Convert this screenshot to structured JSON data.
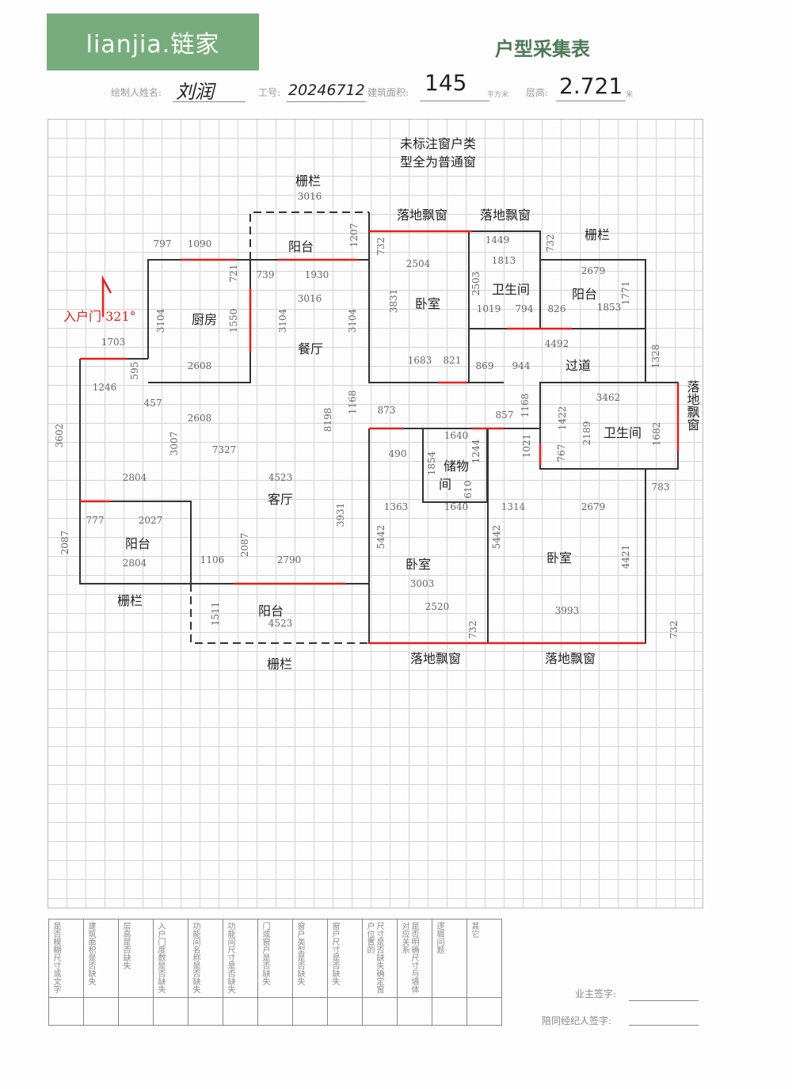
{
  "header": {
    "logo": "lianjia.链家",
    "title": "户型采集表",
    "drawer_label": "绘制人姓名:",
    "drawer_name": "刘润",
    "id_label": "工号:",
    "id_value": "20246712",
    "area_label": "建筑面积:",
    "area_value": "145",
    "area_unit": "平方米",
    "height_label": "层高:",
    "height_value": "2.721",
    "height_unit": "米"
  },
  "note": [
    "未标注窗户类",
    "型全为普通窗"
  ],
  "entry": "入户门 321°",
  "rooms": [
    "阳台",
    "厨房",
    "餐厅",
    "卧室",
    "卫生间",
    "阳台",
    "过道",
    "卫生间",
    "储物",
    "间",
    "客厅",
    "阳台",
    "卧室",
    "卧室",
    "阳台"
  ],
  "labels": [
    "栅栏",
    "落地飘窗",
    "落地飘窗",
    "栅栏",
    "栅栏",
    "栅栏",
    "落地飘窗",
    "落地飘窗",
    "落地飘窗"
  ],
  "dims": [
    "3016",
    "797",
    "1090",
    "1207",
    "732",
    "739",
    "1930",
    "3016",
    "721",
    "1550",
    "3104",
    "3104",
    "3104",
    "1703",
    "2608",
    "595",
    "1246",
    "457",
    "2608",
    "3602",
    "3007",
    "7327",
    "8198",
    "1168",
    "3931",
    "2804",
    "4523",
    "777",
    "2027",
    "2087",
    "2804",
    "1106",
    "2790",
    "2087",
    "1511",
    "4523",
    "2504",
    "3831",
    "1449",
    "1813",
    "2503",
    "732",
    "2679",
    "1771",
    "1019",
    "794",
    "826",
    "1853",
    "4492",
    "1683",
    "821",
    "869",
    "944",
    "1328",
    "3462",
    "1422",
    "2189",
    "1682",
    "767",
    "1021",
    "1168",
    "873",
    "857",
    "1640",
    "490",
    "1854",
    "1244",
    "610",
    "1363",
    "1640",
    "1314",
    "2679",
    "783",
    "5442",
    "5442",
    "4421",
    "3003",
    "2520",
    "3993",
    "732",
    "732"
  ],
  "checklist": [
    "是否模糊尺寸或文字",
    "建筑面积是否缺失",
    "层高是否缺失",
    "入户门度数是否缺失",
    "功能间名称是否缺失",
    "功能间尺寸是否缺失",
    "门或窗户是否缺失",
    "窗户类型是否缺失",
    "窗户尺寸是否缺失",
    "尺寸是否缺失确定窗户位置的",
    "是否明确尺寸与墙体对应关系",
    "逻辑问题",
    "其它"
  ],
  "signatures": {
    "owner": "业主签字:",
    "agent": "陪同经纪人签字:"
  },
  "colors": {
    "brand": "#77ad7c",
    "wall": "#333333",
    "window": "#e02020"
  }
}
